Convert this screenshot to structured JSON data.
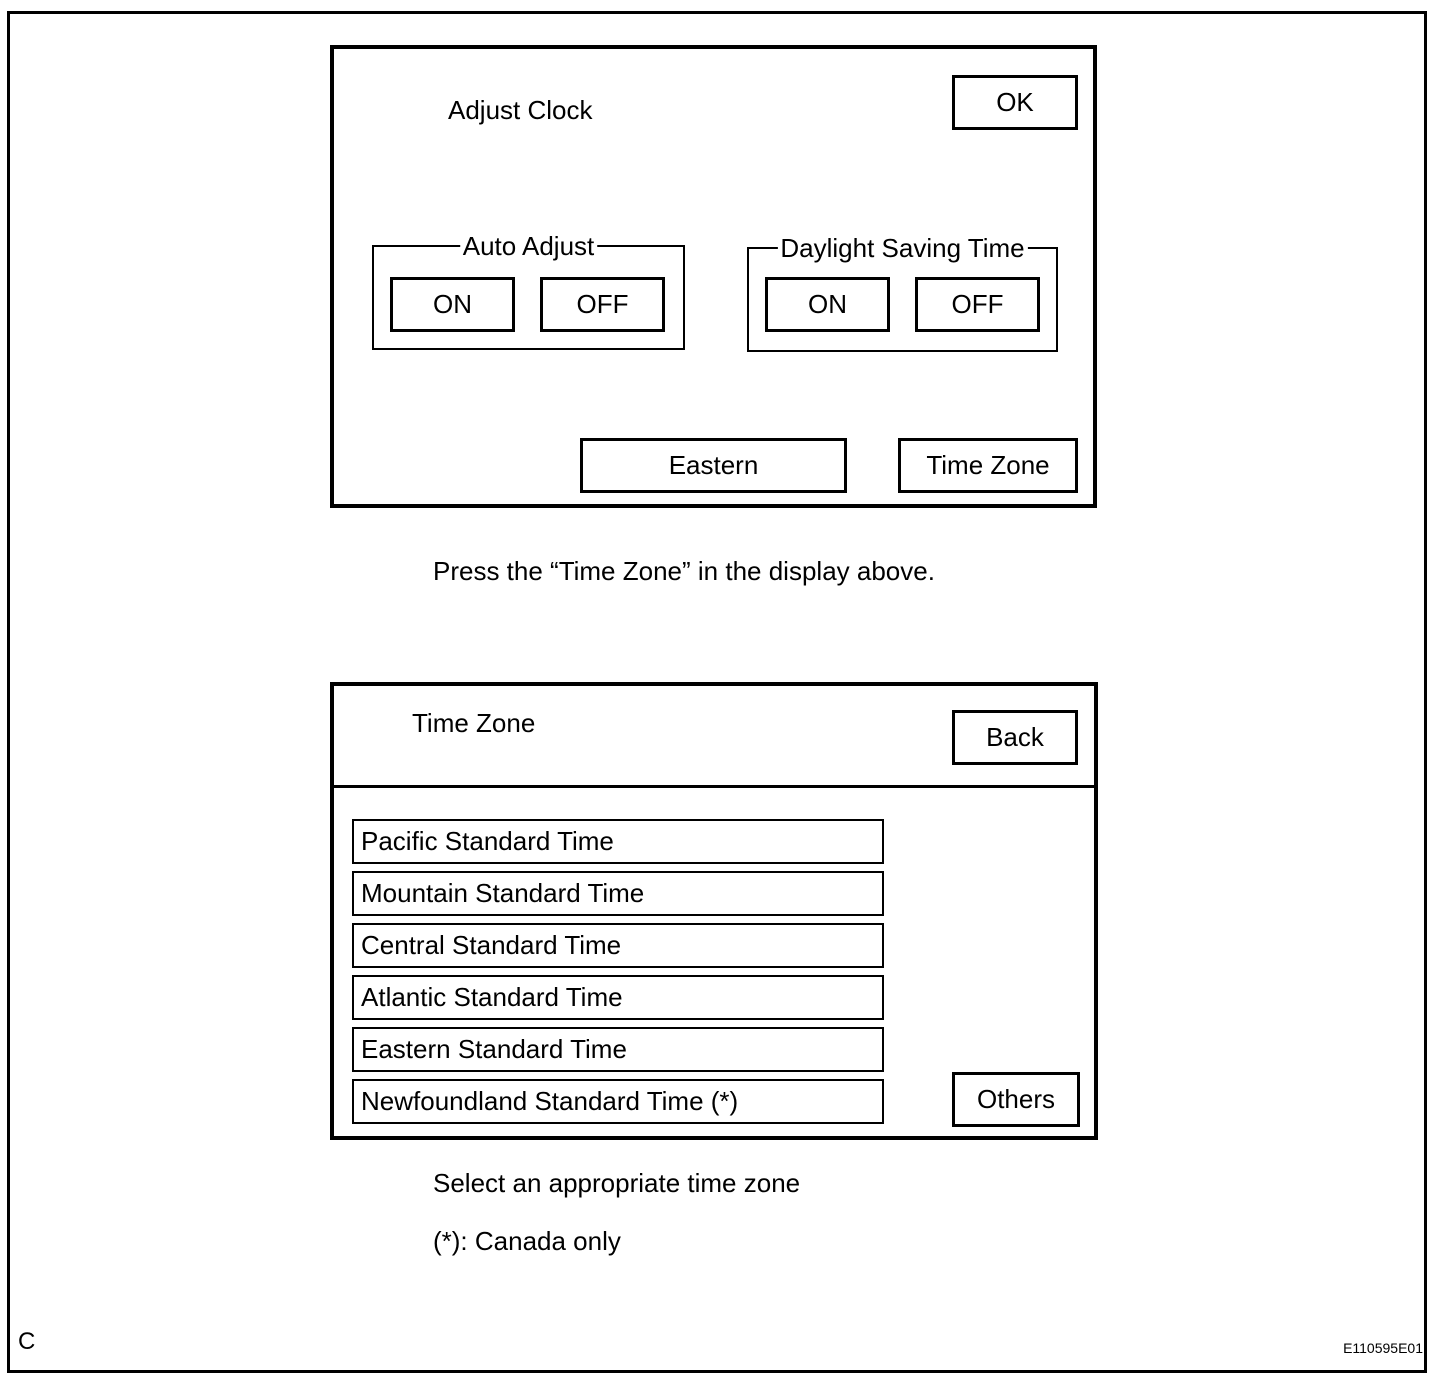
{
  "adjust_clock_screen": {
    "title": "Adjust Clock",
    "ok_button": "OK",
    "auto_adjust_group": {
      "legend": "Auto Adjust",
      "on_button": "ON",
      "off_button": "OFF"
    },
    "daylight_saving_group": {
      "legend": "Daylight Saving Time",
      "on_button": "ON",
      "off_button": "OFF"
    },
    "eastern_display": "Eastern",
    "time_zone_button": "Time Zone"
  },
  "caption_press": "Press the “Time Zone” in the display above.",
  "time_zone_screen": {
    "title": "Time Zone",
    "back_button": "Back",
    "zones": [
      "Pacific Standard Time",
      "Mountain Standard Time",
      "Central Standard Time",
      "Atlantic Standard Time",
      "Eastern Standard Time",
      "Newfoundland Standard Time (*)"
    ],
    "others_button": "Others"
  },
  "caption_select": "Select an appropriate time zone",
  "caption_canada": "(*): Canada only",
  "corner_label": "C",
  "figure_id": "E110595E01"
}
